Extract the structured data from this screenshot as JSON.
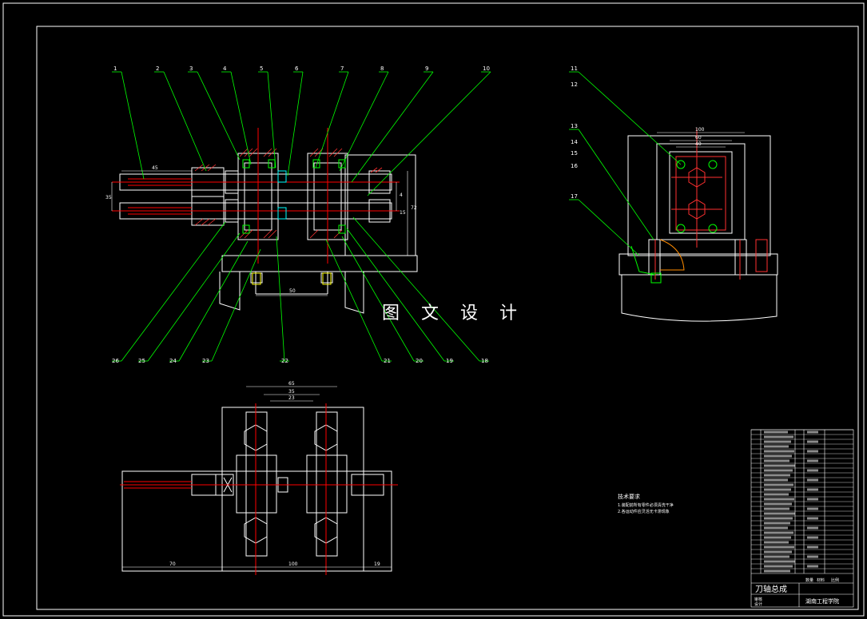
{
  "balloons_top": [
    "1",
    "2",
    "3",
    "4",
    "5",
    "6",
    "7",
    "8",
    "9",
    "10"
  ],
  "balloons_bottom": [
    "26",
    "25",
    "24",
    "23",
    "22",
    "21",
    "20",
    "19",
    "18"
  ],
  "balloons_side": [
    "11",
    "12",
    "13",
    "14",
    "15",
    "16",
    "17"
  ],
  "watermark": "图 文 设 计",
  "dims": {
    "front_left": "45",
    "front_pitch": "35",
    "front_bottom": "50",
    "front_right_a": "4",
    "front_right_b": "15",
    "front_right_c": "72",
    "side_top_1": "100",
    "side_top_2": "60",
    "side_top_3": "40",
    "plan_top_1": "65",
    "plan_top_2": "35",
    "plan_top_3": "23",
    "plan_bottom_1": "70",
    "plan_bottom_2": "100",
    "plan_bottom_3": "19"
  },
  "tech_title": "技术要求",
  "tech_lines": [
    "1.装配前所有零件必须清洗干净",
    "2.各运动件应灵活无卡滞现象"
  ],
  "title_block": {
    "name": "刀轴总成",
    "school": "湖南工程学院",
    "labels": [
      "审核",
      "设计",
      "比例",
      "数量",
      "材料"
    ]
  },
  "colors": {
    "frame": "#ffffff",
    "leader": "#00ff00",
    "part": "#ffffff",
    "axis": "#ff0000",
    "hatch": "#ff3030",
    "bolt": "#00ff00",
    "dim": "#ffffff",
    "yellow": "#ffff00",
    "cyan": "#00ffff"
  }
}
